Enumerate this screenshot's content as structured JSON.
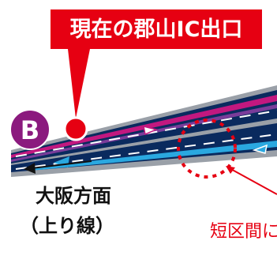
{
  "callout": {
    "label": "現在の郡山IC出口",
    "bg_color": "#e60012"
  },
  "route_badge": {
    "letter": "B",
    "color": "#8b1a7e"
  },
  "direction": {
    "line1": "大阪方面",
    "line2": "（上り線）"
  },
  "note": {
    "label": "短区間に",
    "color": "#e60012"
  },
  "colors": {
    "highway": "#0a2a5e",
    "magenta_lane": "#c2187f",
    "cyan_lane": "#2aa8e0",
    "grey_shoulder": "#9aa0a8",
    "purple_lane": "#7a3c9a",
    "exit_dot": "#e60012"
  }
}
